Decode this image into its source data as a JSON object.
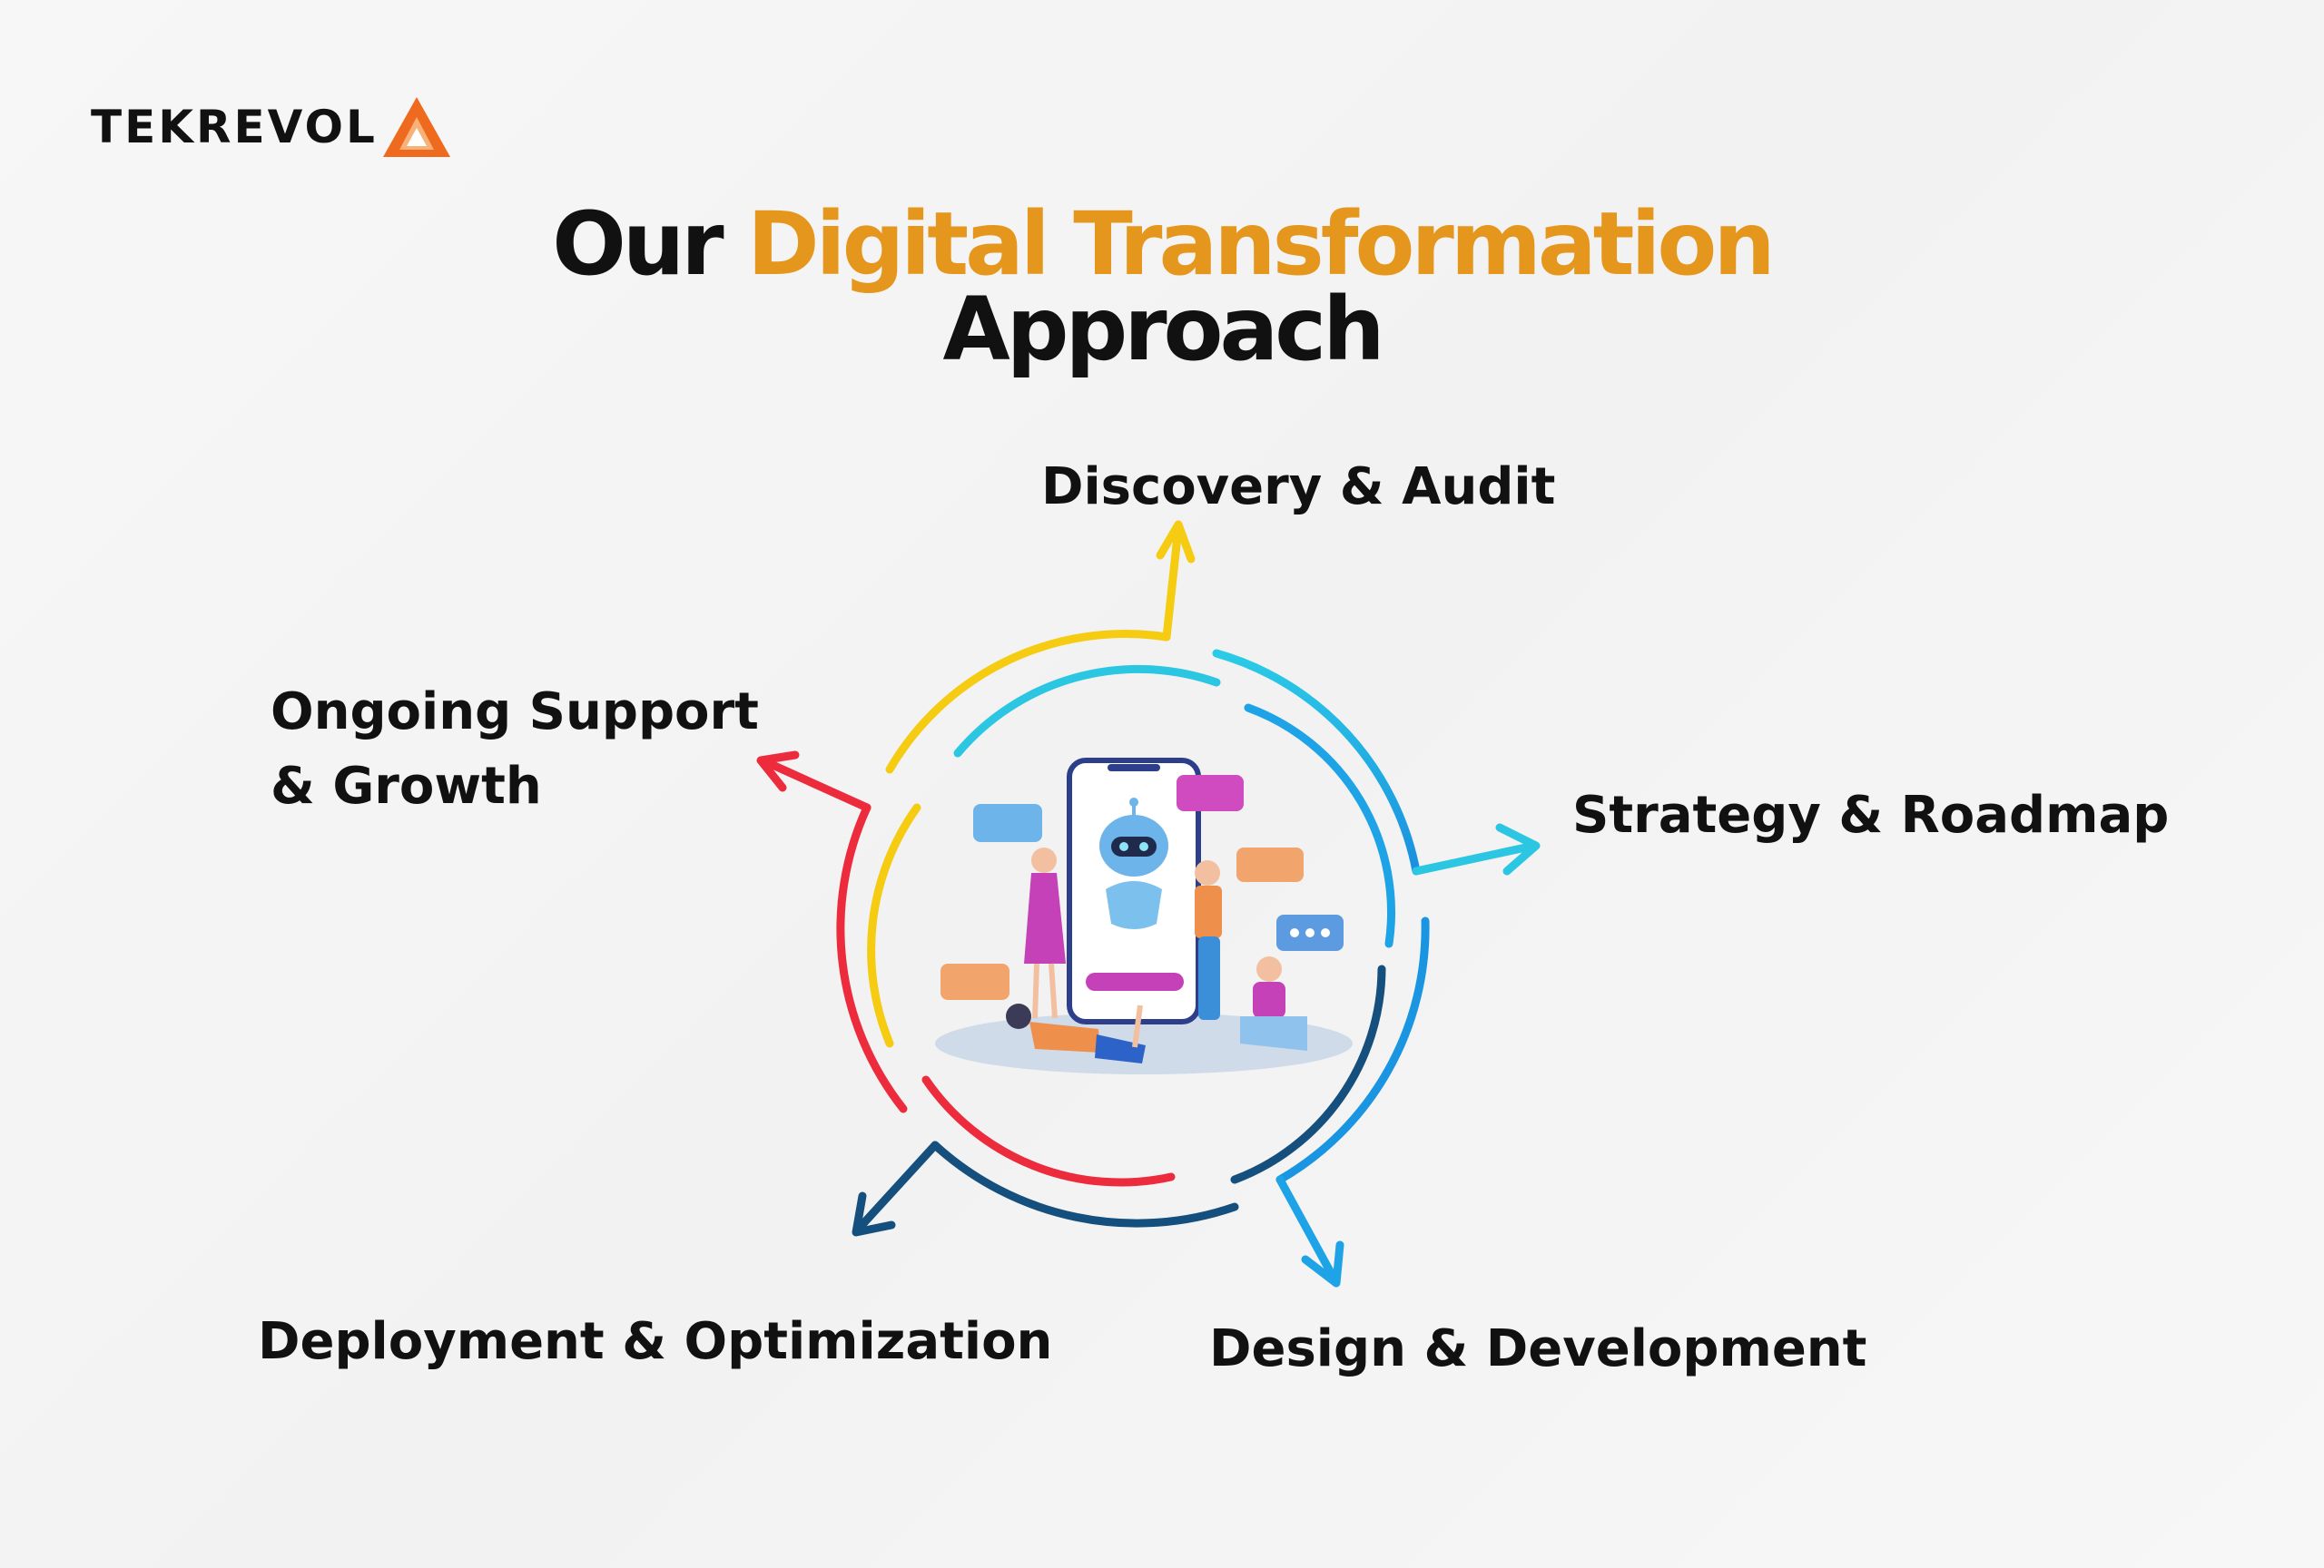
{
  "brand": {
    "name": "TEKREVOL",
    "logo_icon": "triangle-logo-icon",
    "colors": {
      "orange": "#ef6a1f",
      "dark": "#111111"
    }
  },
  "title": {
    "prefix": "Our",
    "highlight": "Digital Transformation",
    "line2": "Approach",
    "highlight_color": "#e5961c"
  },
  "stages": [
    {
      "label": "Discovery & Audit",
      "color": "#f5cc12"
    },
    {
      "label": "Strategy & Roadmap",
      "color": "#2bc6e2"
    },
    {
      "label": "Design & Development",
      "color": "#1ea4e6"
    },
    {
      "label": "Deployment & Optimization",
      "color": "#144f7e"
    },
    {
      "label": "Ongoing Support & Growth",
      "color": "#ec2b3d"
    }
  ],
  "illustration": {
    "icon": "chatbot-phone-illustration"
  }
}
